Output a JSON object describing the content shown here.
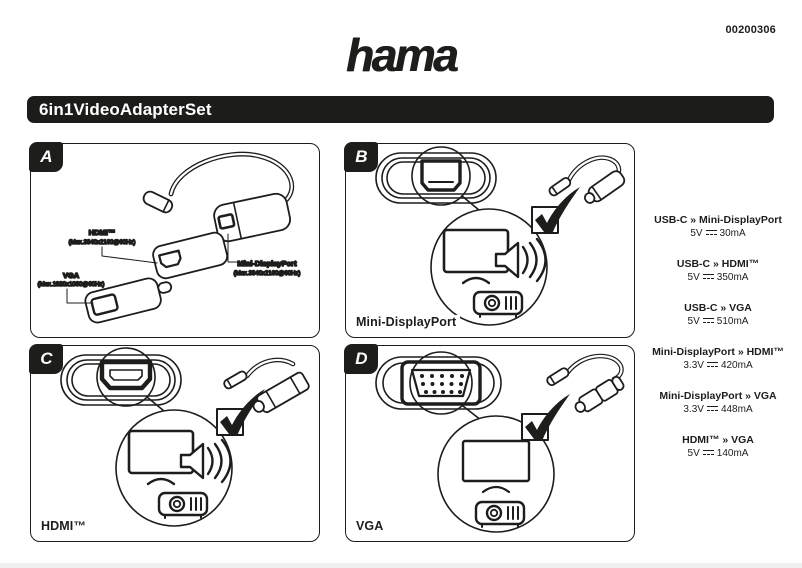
{
  "page": {
    "part_number": "00200306",
    "brand": "hama",
    "title": "6in1VideoAdapterSet"
  },
  "panels": {
    "a": {
      "label": "A",
      "callouts": {
        "hdmi": {
          "name": "HDMI™",
          "max": "(Max.3840x2160@60Hz)"
        },
        "minidp": {
          "name": "Mini-DisplayPort",
          "max": "(Max.3840x2160@60Hz)"
        },
        "vga": {
          "name": "VGA",
          "max": "(Max.1920x1080@60Hz)"
        }
      }
    },
    "b": {
      "label": "B",
      "caption": "Mini-DisplayPort"
    },
    "c": {
      "label": "C",
      "caption": "HDMI™"
    },
    "d": {
      "label": "D",
      "caption": "VGA"
    }
  },
  "specs": {
    "items": [
      {
        "title": "USB-C » Mini-DisplayPort",
        "voltage": "5V",
        "current": "30mA"
      },
      {
        "title": "USB-C » HDMI™",
        "voltage": "5V",
        "current": "350mA"
      },
      {
        "title": "USB-C » VGA",
        "voltage": "5V",
        "current": "510mA"
      },
      {
        "title": "Mini-DisplayPort » HDMI™",
        "voltage": "3.3V",
        "current": "420mA"
      },
      {
        "title": "Mini-DisplayPort » VGA",
        "voltage": "3.3V",
        "current": "448mA"
      },
      {
        "title": "HDMI™ » VGA",
        "voltage": "5V",
        "current": "140mA"
      }
    ]
  },
  "colors": {
    "ink": "#1d1d1b",
    "page_background": "#ffffff"
  }
}
